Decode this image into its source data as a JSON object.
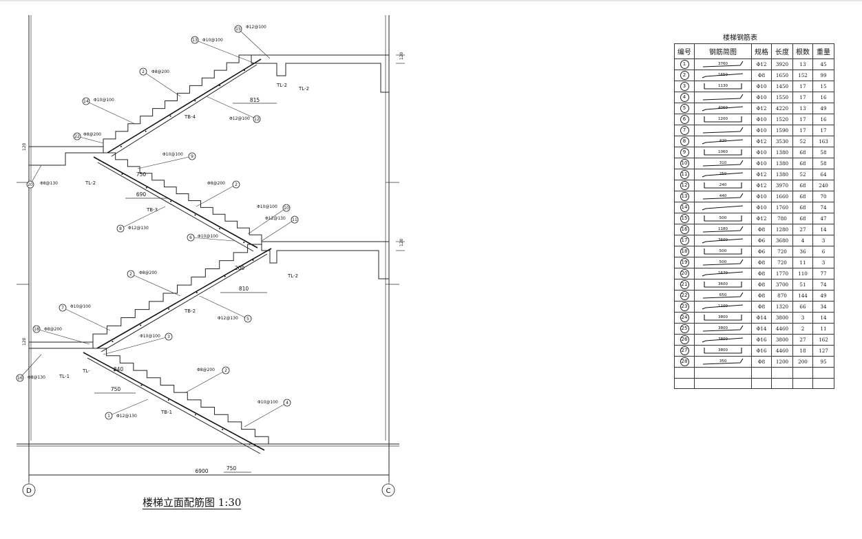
{
  "drawing": {
    "title": "楼梯立面配筋图 1:30",
    "axes": [
      "D",
      "C"
    ],
    "dimensions": [
      "6900",
      "750",
      "815",
      "750",
      "690",
      "810",
      "750",
      "840",
      "200",
      "120",
      "120",
      "120",
      "120"
    ],
    "member_labels": [
      "TB-4",
      "TB-3",
      "TB-2",
      "TB-1",
      "TL-2",
      "TL-2",
      "TL-2",
      "TL-2",
      "TL-1",
      "TL-"
    ],
    "bar_callouts": [
      {
        "no": "15",
        "spec": "Φ12@100"
      },
      {
        "no": "13",
        "spec": "Φ10@100"
      },
      {
        "no": "2",
        "spec": "Φ8@200"
      },
      {
        "no": "14",
        "spec": "Φ10@100"
      },
      {
        "no": "22",
        "spec": "Φ8@200"
      },
      {
        "no": "12",
        "spec": "Φ12@100"
      },
      {
        "no": "9",
        "spec": "Φ10@100"
      },
      {
        "no": "20",
        "spec": "Φ8@130"
      },
      {
        "no": "8",
        "spec": "Φ12@130"
      },
      {
        "no": "2",
        "spec": "Φ8@200"
      },
      {
        "no": "10",
        "spec": "Φ10@100"
      },
      {
        "no": "11",
        "spec": "Φ12@130"
      },
      {
        "no": "6",
        "spec": "Φ10@100"
      },
      {
        "no": "2",
        "spec": "Φ8@200"
      },
      {
        "no": "7",
        "spec": "Φ10@100"
      },
      {
        "no": "18",
        "spec": "Φ8@200"
      },
      {
        "no": "5",
        "spec": "Φ12@130"
      },
      {
        "no": "3",
        "spec": "Φ10@100"
      },
      {
        "no": "16",
        "spec": "Φ8@130"
      },
      {
        "no": "2",
        "spec": "Φ8@200"
      },
      {
        "no": "1",
        "spec": "Φ12@130"
      },
      {
        "no": "4",
        "spec": "Φ10@100"
      }
    ]
  },
  "table": {
    "title": "楼梯钢筋表",
    "headers": [
      "编号",
      "钢筋简图",
      "规格",
      "长度",
      "根数",
      "重量"
    ],
    "rows": [
      {
        "no": "1",
        "shape": "3760",
        "spec": "Φ12",
        "length": "3920",
        "count": "13",
        "weight": "45"
      },
      {
        "no": "2",
        "shape": "1650",
        "spec": "Φ8",
        "length": "1650",
        "count": "152",
        "weight": "99"
      },
      {
        "no": "3",
        "shape": "1130",
        "spec": "Φ10",
        "length": "1450",
        "count": "17",
        "weight": "15"
      },
      {
        "no": "4",
        "shape": "",
        "spec": "Φ10",
        "length": "1550",
        "count": "17",
        "weight": "16"
      },
      {
        "no": "5",
        "shape": "4060",
        "spec": "Φ12",
        "length": "4220",
        "count": "13",
        "weight": "49"
      },
      {
        "no": "6",
        "shape": "1200",
        "spec": "Φ10",
        "length": "1520",
        "count": "17",
        "weight": "16"
      },
      {
        "no": "7",
        "shape": "",
        "spec": "Φ10",
        "length": "1590",
        "count": "17",
        "weight": "17"
      },
      {
        "no": "8",
        "shape": "420",
        "spec": "Φ12",
        "length": "3530",
        "count": "52",
        "weight": "163"
      },
      {
        "no": "9",
        "shape": "1060",
        "spec": "Φ10",
        "length": "1380",
        "count": "68",
        "weight": "58"
      },
      {
        "no": "10",
        "shape": "310",
        "spec": "Φ10",
        "length": "1380",
        "count": "68",
        "weight": "58"
      },
      {
        "no": "11",
        "shape": "250",
        "spec": "Φ12",
        "length": "1380",
        "count": "52",
        "weight": "64"
      },
      {
        "no": "12",
        "shape": "240",
        "spec": "Φ12",
        "length": "3970",
        "count": "68",
        "weight": "240"
      },
      {
        "no": "13",
        "shape": "440",
        "spec": "Φ10",
        "length": "1660",
        "count": "68",
        "weight": "70"
      },
      {
        "no": "14",
        "shape": "",
        "spec": "Φ10",
        "length": "1760",
        "count": "68",
        "weight": "74"
      },
      {
        "no": "15",
        "shape": "500",
        "spec": "Φ12",
        "length": "780",
        "count": "68",
        "weight": "47"
      },
      {
        "no": "16",
        "shape": "1180",
        "spec": "Φ8",
        "length": "1280",
        "count": "27",
        "weight": "14"
      },
      {
        "no": "17",
        "shape": "3600",
        "spec": "Φ6",
        "length": "3680",
        "count": "4",
        "weight": "3"
      },
      {
        "no": "18",
        "shape": "500",
        "spec": "Φ6",
        "length": "720",
        "count": "36",
        "weight": "6"
      },
      {
        "no": "19",
        "shape": "500",
        "spec": "Φ8",
        "length": "720",
        "count": "11",
        "weight": "3"
      },
      {
        "no": "20",
        "shape": "1670",
        "spec": "Φ8",
        "length": "1770",
        "count": "110",
        "weight": "77"
      },
      {
        "no": "21",
        "shape": "3600",
        "spec": "Φ8",
        "length": "3700",
        "count": "51",
        "weight": "74"
      },
      {
        "no": "22",
        "shape": "650",
        "spec": "Φ8",
        "length": "870",
        "count": "144",
        "weight": "49"
      },
      {
        "no": "23",
        "shape": "1100",
        "spec": "Φ8",
        "length": "1320",
        "count": "66",
        "weight": "34"
      },
      {
        "no": "24",
        "shape": "3800",
        "spec": "Φ14",
        "length": "3800",
        "count": "3",
        "weight": "14"
      },
      {
        "no": "25",
        "shape": "3800",
        "spec": "Φ14",
        "length": "4460",
        "count": "2",
        "weight": "11"
      },
      {
        "no": "26",
        "shape": "3800",
        "spec": "Φ16",
        "length": "3800",
        "count": "27",
        "weight": "162"
      },
      {
        "no": "27",
        "shape": "3800",
        "spec": "Φ16",
        "length": "4460",
        "count": "18",
        "weight": "127"
      },
      {
        "no": "28",
        "shape": "350",
        "spec": "Φ8",
        "length": "1200",
        "count": "200",
        "weight": "95"
      }
    ]
  }
}
